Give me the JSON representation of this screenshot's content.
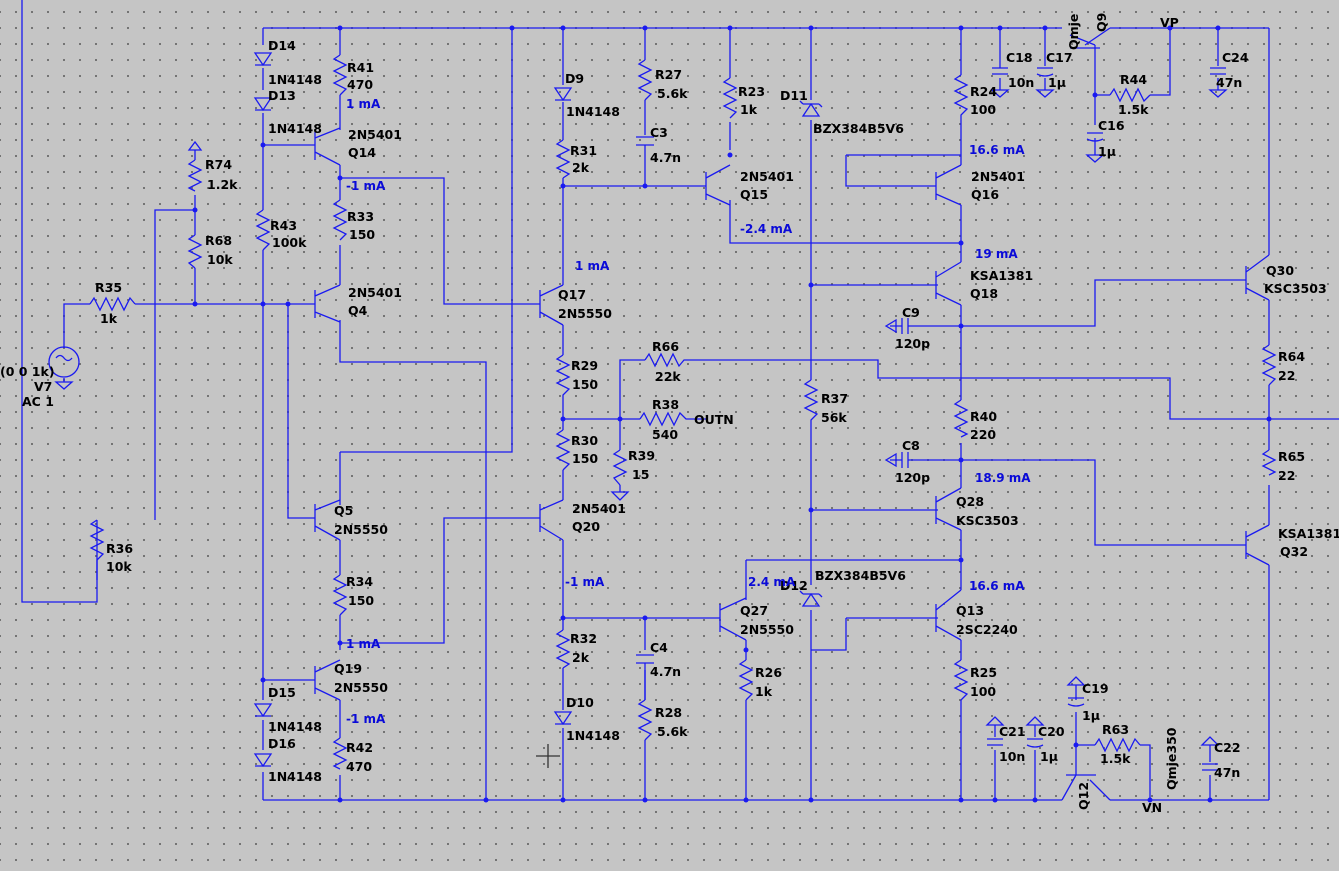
{
  "labels": {
    "d14": "D14",
    "d14v": "1N4148",
    "d13": "D13",
    "d13v": "1N4148",
    "r41": "R41",
    "r41v": "470",
    "q14": "2N5401",
    "q14n": "Q14",
    "r43": "R43",
    "r43v": "100k",
    "r33": "R33",
    "r33v": "150",
    "q4": "2N5401",
    "q4n": "Q4",
    "r74": "R74",
    "r74v": "1.2k",
    "r68": "R68",
    "r68v": "10k",
    "r35": "R35",
    "r35v": "1k",
    "v7p": "(0 0 1k)",
    "v7": "V7",
    "v7ac": "AC 1",
    "r36": "R36",
    "r36v": "10k",
    "q5n": "Q5",
    "q5": "2N5550",
    "r34": "R34",
    "r34v": "150",
    "q19n": "Q19",
    "q19": "2N5550",
    "d15": "D15",
    "d15v": "1N4148",
    "d16": "D16",
    "d16v": "1N4148",
    "r42": "R42",
    "r42v": "470",
    "d9": "D9",
    "d9v": "1N4148",
    "r31": "R31",
    "r31v": "2k",
    "r27": "R27",
    "r27v": "5.6k",
    "c3": "C3",
    "c3v": "4.7n",
    "r23": "R23",
    "r23v": "1k",
    "q15": "2N5401",
    "q15n": "Q15",
    "q17n": "Q17",
    "q17": "2N5550",
    "r29": "R29",
    "r29v": "150",
    "r66": "R66",
    "r66v": "22k",
    "r38": "R38",
    "r38v": "540",
    "outn": "OUTN",
    "r39": "R39",
    "r39v": "15",
    "r30": "R30",
    "r30v": "150",
    "q20": "2N5401",
    "q20n": "Q20",
    "r32": "R32",
    "r32v": "2k",
    "c4": "C4",
    "c4v": "4.7n",
    "d10": "D10",
    "d10v": "1N4148",
    "r28": "R28",
    "r28v": "5.6k",
    "q27n": "Q27",
    "q27": "2N5550",
    "r26": "R26",
    "r26v": "1k",
    "d11": "D11",
    "d11v": "BZX384B5V6",
    "d12": "D12",
    "d12v": "BZX384B5V6",
    "r37": "R37",
    "r37v": "56k",
    "r24": "R24",
    "r24v": "100",
    "q16": "2N5401",
    "q16n": "Q16",
    "q18": "KSA1381",
    "q18n": "Q18",
    "c9": "C9",
    "c9v": "120p",
    "r40": "R40",
    "r40v": "220",
    "c8": "C8",
    "c8v": "120p",
    "q28n": "Q28",
    "q28": "KSC3503",
    "q13n": "Q13",
    "q13": "2SC2240",
    "r25": "R25",
    "r25v": "100",
    "c18": "C18",
    "c18v": "10n",
    "c17": "C17",
    "c17v": "1µ",
    "q9a": "Qmje",
    "q9n": "Q9",
    "vp": "VP",
    "r44": "R44",
    "r44v": "1.5k",
    "c16": "C16",
    "c16v": "1µ",
    "c24": "C24",
    "c24v": "47n",
    "q30n": "Q30",
    "q30": "KSC3503",
    "r64": "R64",
    "r64v": "22",
    "r65": "R65",
    "r65v": "22",
    "q32": "KSA1381",
    "q32n": "Q32",
    "c19": "C19",
    "c19v": "1µ",
    "c21": "C21",
    "c21v": "10n",
    "c20": "C20",
    "c20v": "1µ",
    "r63": "R63",
    "r63v": "1.5k",
    "q12n": "Q12",
    "q12a": "Qmje350",
    "vn": "VN",
    "c22": "C22",
    "c22v": "47n"
  },
  "currents": {
    "i_r41": "1 mA",
    "i_r33": "-1 mA",
    "i_r34": "1 mA",
    "i_r42": "-1 mA",
    "i_q17": "1 mA",
    "i_q20": "-1 mA",
    "i_q15": "-2.4 mA",
    "i_q27": "2.4 mA",
    "i_q16": "16.6 mA",
    "i_q18": "19 mA",
    "i_q28": "18.9 mA",
    "i_q13": "16.6 mA"
  },
  "colors": {
    "wire": "#1a1af0",
    "current": "#0a0ad8",
    "background": "#c5c5c5"
  }
}
